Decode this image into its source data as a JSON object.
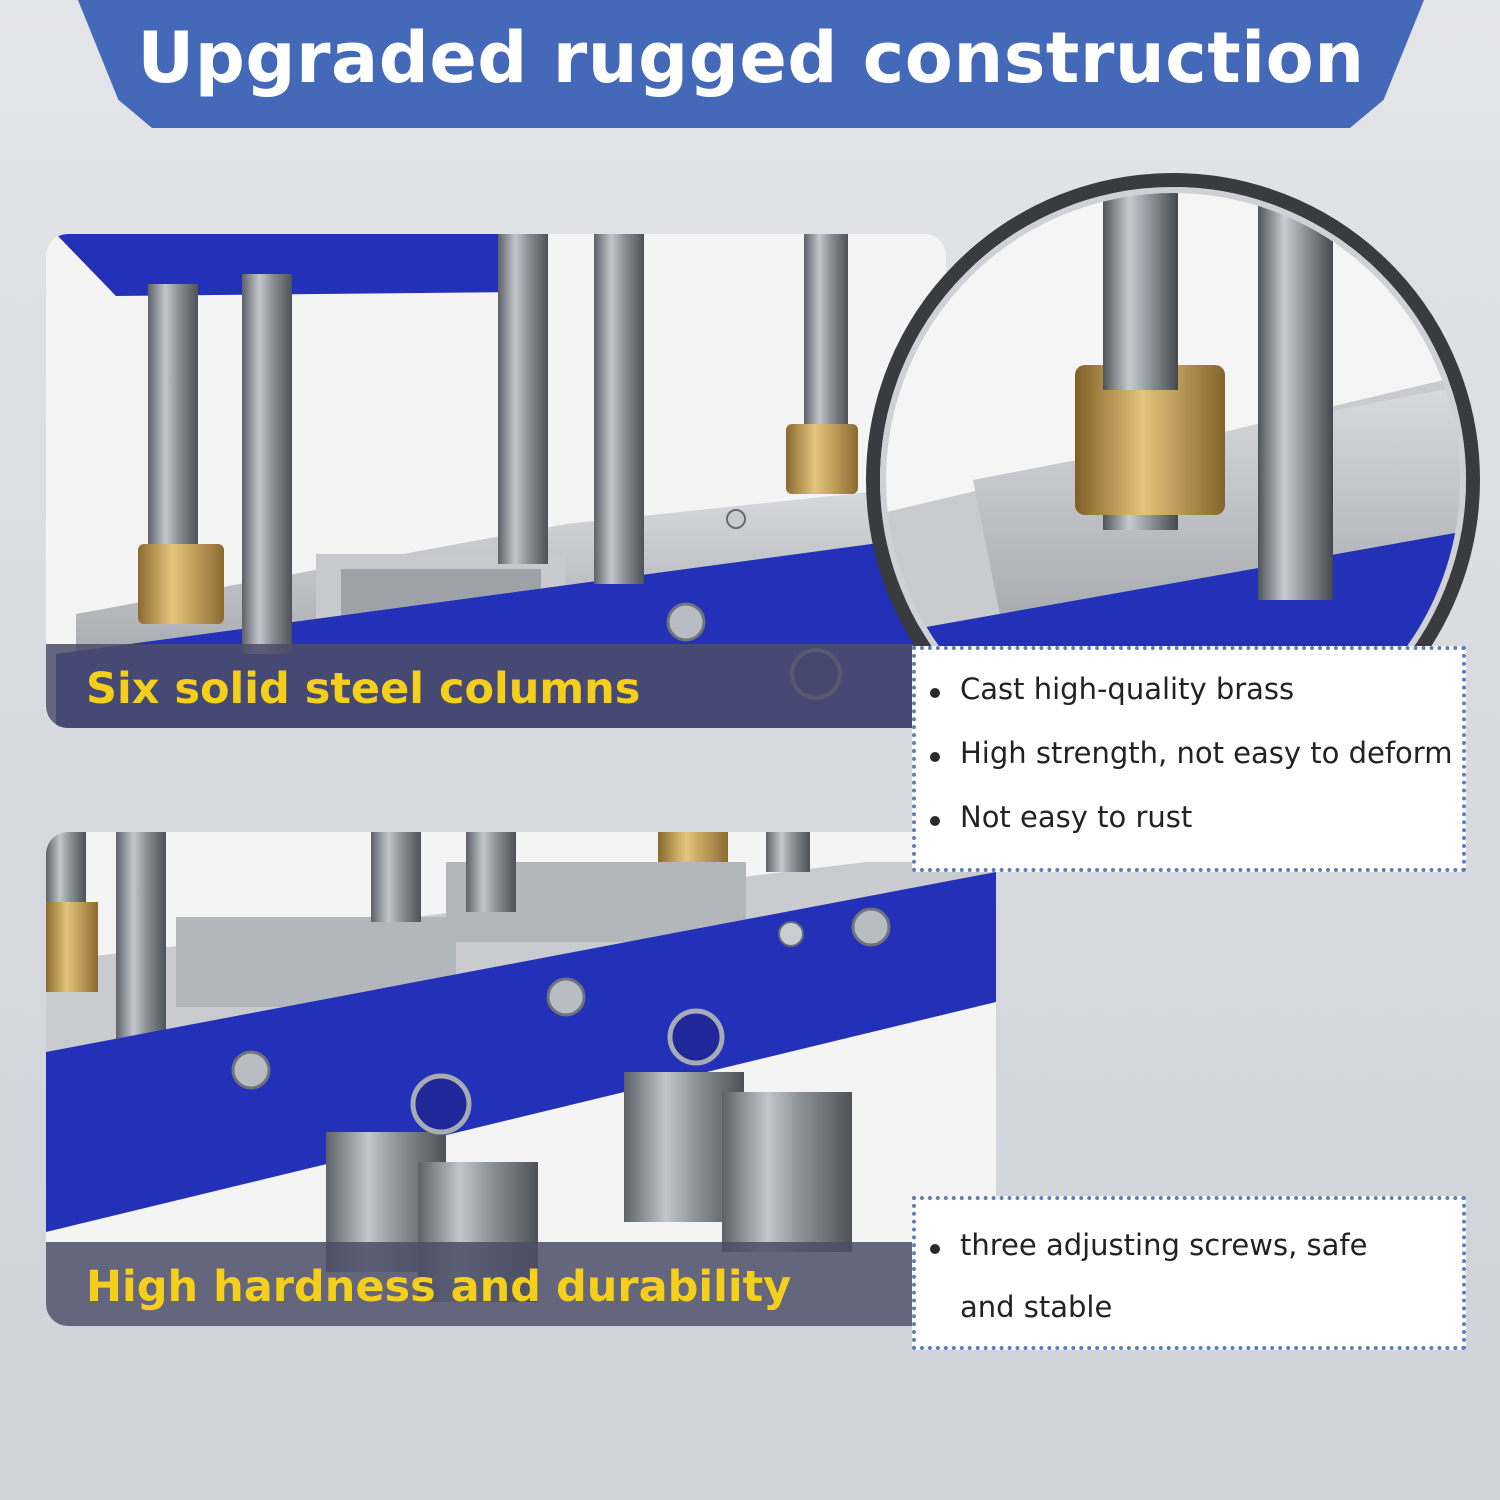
{
  "banner": {
    "title": "Upgraded rugged construction"
  },
  "panel_top": {
    "caption": "Six solid steel columns"
  },
  "panel_bottom": {
    "caption": "High hardness and durability"
  },
  "note_top": {
    "items": [
      "Cast high-quality brass",
      "High strength, not easy to deform",
      "Not easy to rust"
    ]
  },
  "note_bottom": {
    "items": [
      "three adjusting screws, safe",
      "and stable"
    ]
  },
  "colors": {
    "banner_blue": "#4469b8",
    "caption_yellow": "#f4cf1c",
    "frame_blue": "#2330b8",
    "brass": "#c9a35a",
    "steel": "#8f949c"
  }
}
